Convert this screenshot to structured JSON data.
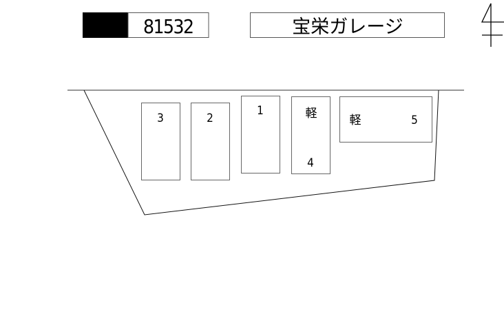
{
  "header": {
    "code": "81532",
    "title": "宝栄ガレージ",
    "north_icon": "north-arrow-icon"
  },
  "spaces": [
    {
      "number": "3",
      "type_label": ""
    },
    {
      "number": "2",
      "type_label": ""
    },
    {
      "number": "1",
      "type_label": ""
    },
    {
      "number": "4",
      "type_label": "軽"
    },
    {
      "number": "5",
      "type_label": "軽"
    }
  ]
}
